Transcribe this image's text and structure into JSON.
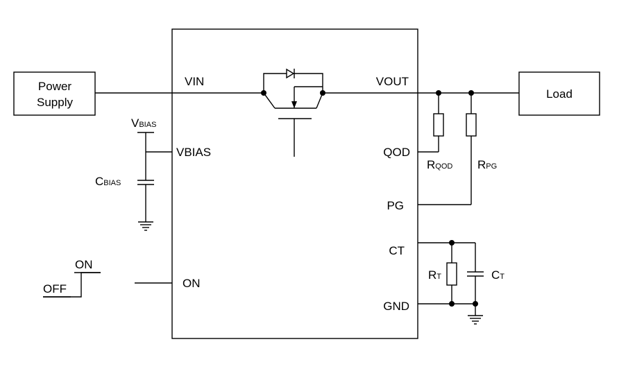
{
  "blocks": {
    "power_supply": [
      "Power",
      "Supply"
    ],
    "load": "Load"
  },
  "pins": {
    "vin": "VIN",
    "vout": "VOUT",
    "vbias": "VBIAS",
    "qod": "QOD",
    "pg": "PG",
    "ct": "CT",
    "gnd": "GND",
    "on": "ON"
  },
  "components": {
    "vbias_source": {
      "main": "V",
      "sub": "BIAS"
    },
    "cbias": {
      "main": "C",
      "sub": "BIAS"
    },
    "rqod": {
      "main": "R",
      "sub": "QOD"
    },
    "rpg": {
      "main": "R",
      "sub": "PG"
    },
    "rt": {
      "main": "R",
      "sub": "T"
    },
    "ct": {
      "main": "C",
      "sub": "T"
    }
  },
  "on_signal": {
    "high": "ON",
    "low": "OFF"
  }
}
